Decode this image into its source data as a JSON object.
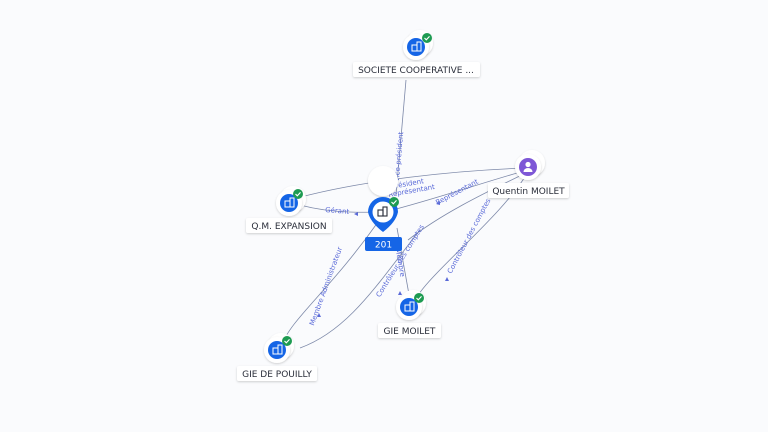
{
  "nodes": {
    "societe": {
      "label": "SOCIETE COOPERATIVE ...",
      "icon": "building-icon",
      "verified": true
    },
    "qm": {
      "label": "Q.M. EXPANSION",
      "icon": "building-icon",
      "verified": true
    },
    "center": {
      "label": "201",
      "icon": "building-icon",
      "verified": true
    },
    "quentin": {
      "label": "Quentin MOILET",
      "icon": "person-icon"
    },
    "giemoilet": {
      "label": "GIE MOILET",
      "icon": "building-icon",
      "verified": true
    },
    "giepouilly": {
      "label": "GIE DE POUILLY",
      "icon": "building-icon",
      "verified": true
    }
  },
  "edges": {
    "vice_president": "Vice-président",
    "president": "Président",
    "representant_1": "Représentant",
    "gerant": "Gérant",
    "representant_2": "Représentant",
    "controleur_comptes_1": "Contrôleur des comptes",
    "controleur_comptes_2": "Contrôleur des comptes",
    "membre": "Membre",
    "membre_admin": "Membre Administrateur"
  },
  "colors": {
    "blue": "#1565e6",
    "green": "#1e9b52",
    "purple": "#7e57d6",
    "edge": "#7c88a8",
    "edge_label": "#5a6ad8"
  }
}
